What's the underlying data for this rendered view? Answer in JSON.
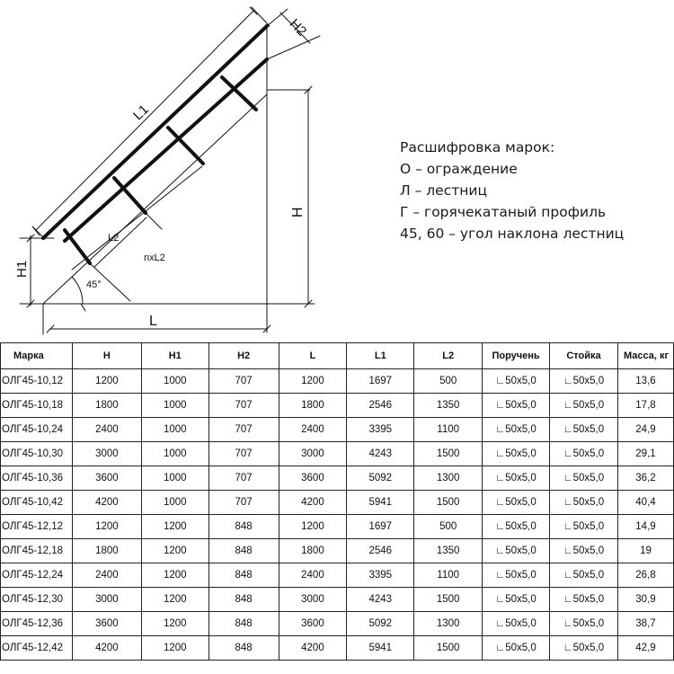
{
  "drawing": {
    "labels": {
      "l1": "L1",
      "h2": "H2",
      "h": "H",
      "h1": "H1",
      "l": "L",
      "l2": "L2",
      "nxl2": "nxL2",
      "angle": "45°"
    }
  },
  "legend": {
    "title": "Расшифровка марок:",
    "lines": [
      "О – ограждение",
      "Л – лестниц",
      "Г – горячекатаный профиль",
      "45, 60 – угол наклона лестниц"
    ]
  },
  "table": {
    "headers": [
      "Марка",
      "H",
      "H1",
      "H2",
      "L",
      "L1",
      "L2",
      "Поручень",
      "Стойка",
      "Масса, кг"
    ],
    "rows": [
      [
        "ОЛГ45-10,12",
        "1200",
        "1000",
        "707",
        "1200",
        "1697",
        "500",
        "50х5,0",
        "50х5,0",
        "13,6"
      ],
      [
        "ОЛГ45-10,18",
        "1800",
        "1000",
        "707",
        "1800",
        "2546",
        "1350",
        "50х5,0",
        "50х5,0",
        "17,8"
      ],
      [
        "ОЛГ45-10,24",
        "2400",
        "1000",
        "707",
        "2400",
        "3395",
        "1100",
        "50х5,0",
        "50х5,0",
        "24,9"
      ],
      [
        "ОЛГ45-10,30",
        "3000",
        "1000",
        "707",
        "3000",
        "4243",
        "1500",
        "50х5,0",
        "50х5,0",
        "29,1"
      ],
      [
        "ОЛГ45-10,36",
        "3600",
        "1000",
        "707",
        "3600",
        "5092",
        "1300",
        "50х5,0",
        "50х5,0",
        "36,2"
      ],
      [
        "ОЛГ45-10,42",
        "4200",
        "1000",
        "707",
        "4200",
        "5941",
        "1500",
        "50х5,0",
        "50х5,0",
        "40,4"
      ],
      [
        "ОЛГ45-12,12",
        "1200",
        "1200",
        "848",
        "1200",
        "1697",
        "500",
        "50х5,0",
        "50х5,0",
        "14,9"
      ],
      [
        "ОЛГ45-12,18",
        "1800",
        "1200",
        "848",
        "1800",
        "2546",
        "1350",
        "50х5,0",
        "50х5,0",
        "19"
      ],
      [
        "ОЛГ45-12,24",
        "2400",
        "1200",
        "848",
        "2400",
        "3395",
        "1100",
        "50х5,0",
        "50х5,0",
        "26,8"
      ],
      [
        "ОЛГ45-12,30",
        "3000",
        "1200",
        "848",
        "3000",
        "4243",
        "1500",
        "50х5,0",
        "50х5,0",
        "30,9"
      ],
      [
        "ОЛГ45-12,36",
        "3600",
        "1200",
        "848",
        "3600",
        "5092",
        "1300",
        "50х5,0",
        "50х5,0",
        "38,7"
      ],
      [
        "ОЛГ45-12,42",
        "4200",
        "1200",
        "848",
        "4200",
        "5941",
        "1500",
        "50х5,0",
        "50х5,0",
        "42,9"
      ]
    ]
  }
}
